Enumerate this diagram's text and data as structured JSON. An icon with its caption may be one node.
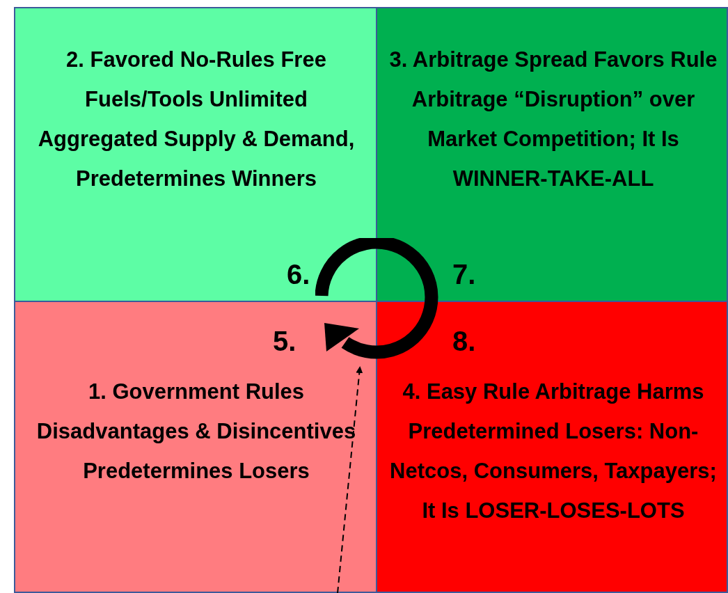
{
  "diagram": {
    "nodes": [
      {
        "text": [
          "2. Favored No-Rules Free Fuels/Tools Unlimited Aggregated Supply & Demand, Predetermines Winners",
          "6."
        ]
      },
      {
        "text": [
          "3. Arbitrage Spread Favors Rule Arbitrage “Disruption” over Market Competition; It Is WINNER-TAKE-ALL",
          "7."
        ]
      },
      {
        "text": [
          "5.",
          "1. Government Rules Disadvantages & Disincentives Predetermines Losers"
        ]
      },
      {
        "text": [
          "8.",
          "4. Easy Rule Arbitrage Harms Predetermined Losers: Non-Netcos, Consumers, Taxpayers; It Is LOSER-LOSES-LOTS"
        ]
      },
      {
        "text": [],
        "shape": "circle"
      }
    ],
    "edges": [
      {
        "from": 2,
        "to": 4,
        "arrow": "to",
        "style": "dashed"
      }
    ]
  }
}
